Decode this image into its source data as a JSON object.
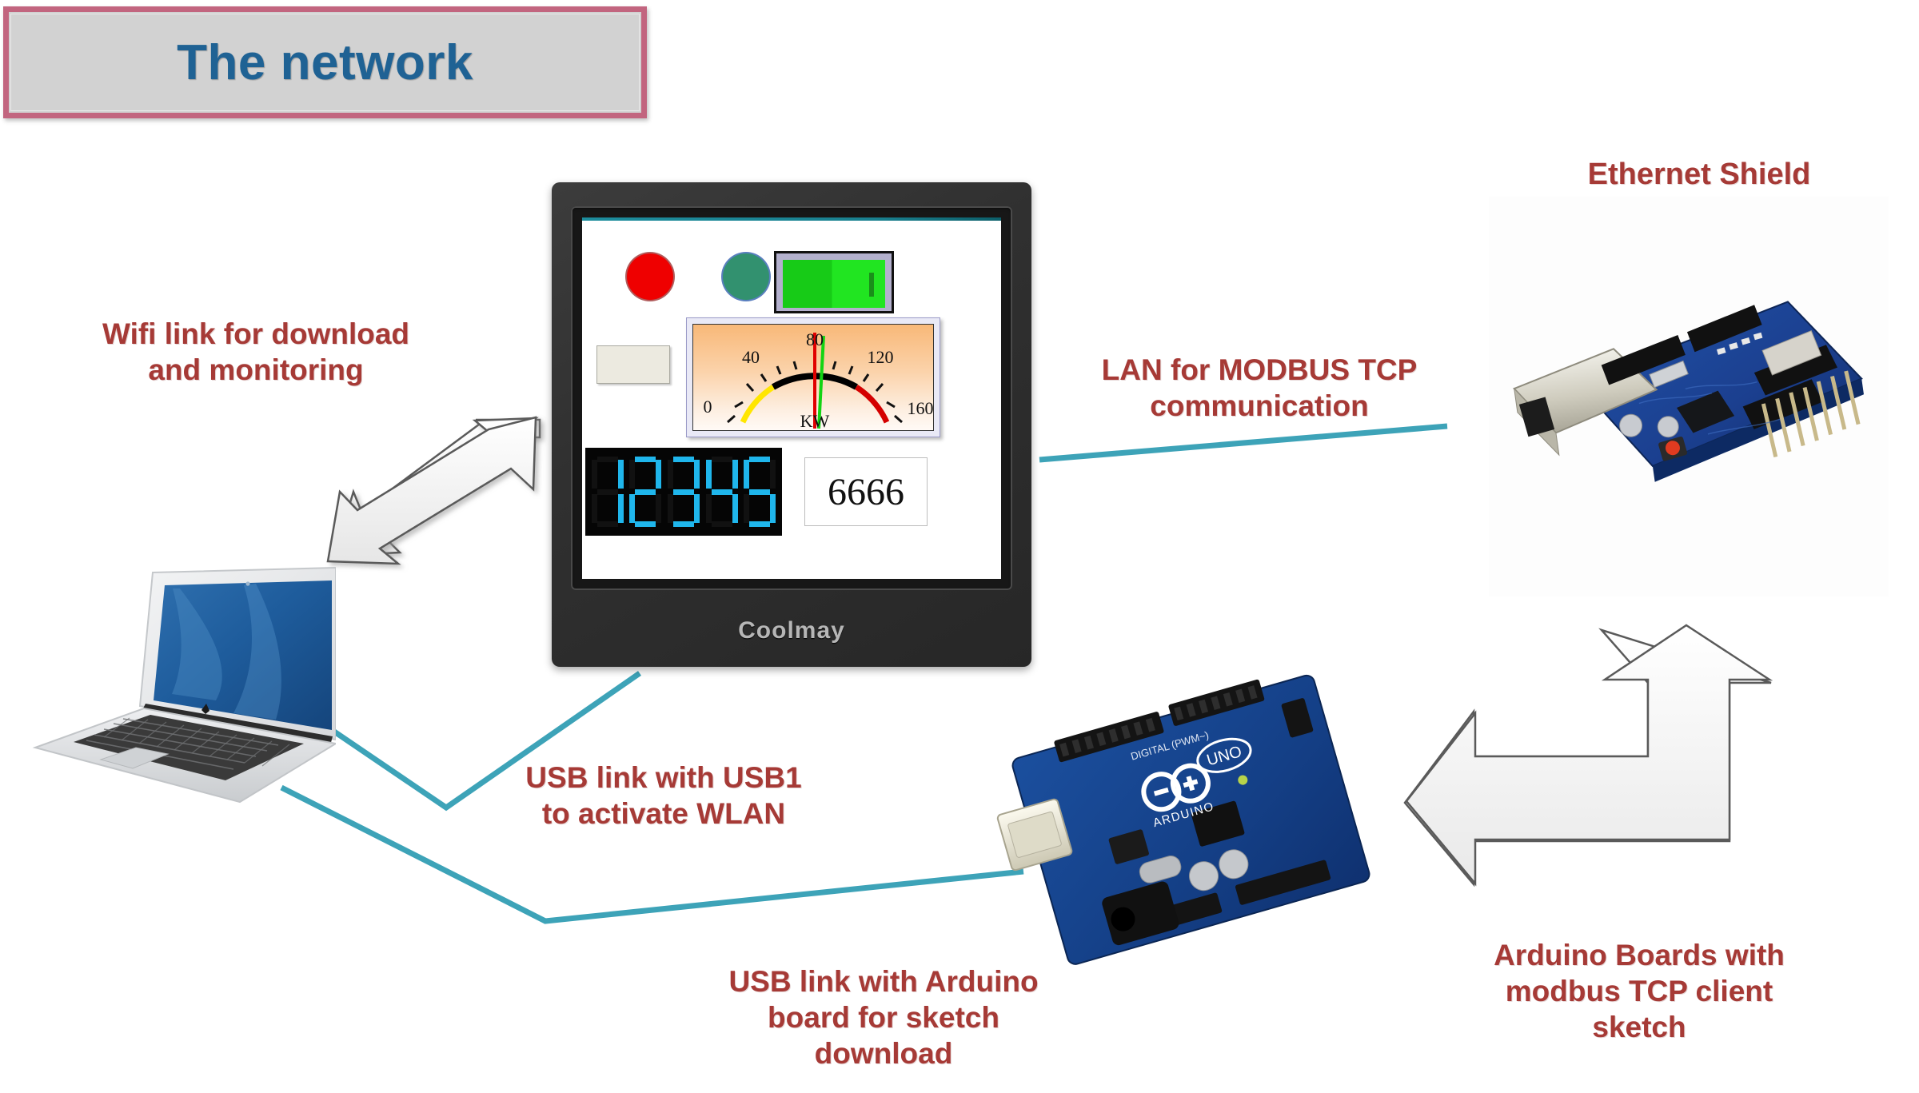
{
  "title": {
    "text": "The network",
    "border_color": "#c2657f",
    "fill_color": "#d2d2d2",
    "text_color": "#1f6294"
  },
  "captions": {
    "wifi": "Wifi link for download\nand monitoring",
    "lan": "LAN for MODBUS TCP\ncommunication",
    "usb1": "USB link with USB1\nto activate WLAN",
    "usb_arduino": "USB link with Arduino\nboard for sketch\ndownload",
    "arduino_boards": "Arduino Boards with\nmodbus TCP client\nsketch",
    "ethernet_shield": "Ethernet Shield",
    "color": "#a63a36"
  },
  "hmi": {
    "brand": "Coolmay",
    "seven_segment_value": "12345",
    "numeric_value": "6666",
    "segment_color": "#1fb6ec",
    "lamps": [
      {
        "name": "red-lamp",
        "color": "#ef0000"
      },
      {
        "name": "green-lamp",
        "color": "#32916f"
      }
    ],
    "button_label": "",
    "gauge": {
      "unit": "KW",
      "ticks": [
        "0",
        "40",
        "80",
        "120",
        "160"
      ],
      "min": 0,
      "max": 160,
      "needles": [
        {
          "name": "red-needle",
          "color": "#e00000",
          "value": 80
        },
        {
          "name": "green-needle",
          "color": "#13d413",
          "value": 86
        }
      ],
      "bands": [
        {
          "name": "low",
          "color": "#ffe600",
          "from": 0,
          "to": 52
        },
        {
          "name": "mid",
          "color": "#000000",
          "from": 52,
          "to": 104
        },
        {
          "name": "high",
          "color": "#d40000",
          "from": 104,
          "to": 160
        }
      ]
    }
  },
  "connectors": {
    "color": "#3da3b8",
    "items": [
      {
        "name": "laptop-to-hmi-usb-link"
      },
      {
        "name": "laptop-to-arduino-usb-link"
      },
      {
        "name": "hmi-to-ethernet-shield-lan-link"
      }
    ]
  },
  "arrows": [
    {
      "name": "wifi-double-arrow",
      "fill": "#f1f1f1",
      "stroke": "#5a5a5a"
    },
    {
      "name": "arduino-bent-double-arrow",
      "fill": "#f1f1f1",
      "stroke": "#5a5a5a"
    }
  ],
  "devices": {
    "laptop": {
      "name": "laptop",
      "screen_color": "#1f5e9e"
    },
    "arduino_uno": {
      "name": "arduino-uno-board",
      "silk_logo": "ARDUINO",
      "silk_model": "UNO",
      "silk_header": "DIGITAL (PWM~)",
      "pcb_color": "#14428a"
    },
    "ethernet_shield": {
      "name": "ethernet-shield-board",
      "pcb_color": "#1b3f8f"
    }
  }
}
